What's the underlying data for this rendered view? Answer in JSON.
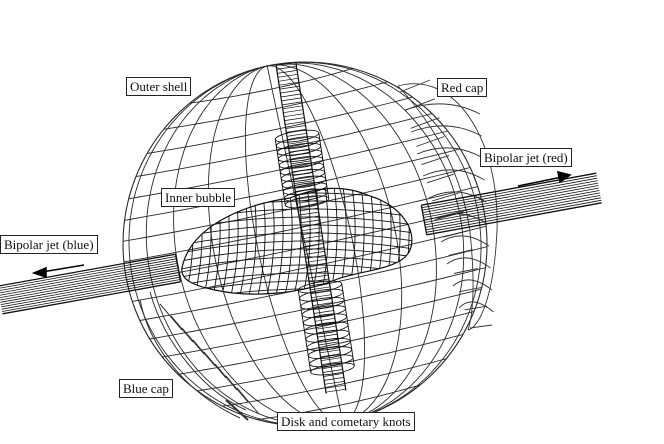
{
  "diagram": {
    "labels": {
      "outer_shell": "Outer shell",
      "red_cap": "Red cap",
      "bipolar_jet_red": "Bipolar jet (red)",
      "inner_bubble": "Inner bubble",
      "bipolar_jet_blue": "Bipolar jet (blue)",
      "blue_cap": "Blue cap",
      "disk_and_cometary_knots": "Disk and cometary knots"
    },
    "line_color": "#1a1a1a"
  }
}
